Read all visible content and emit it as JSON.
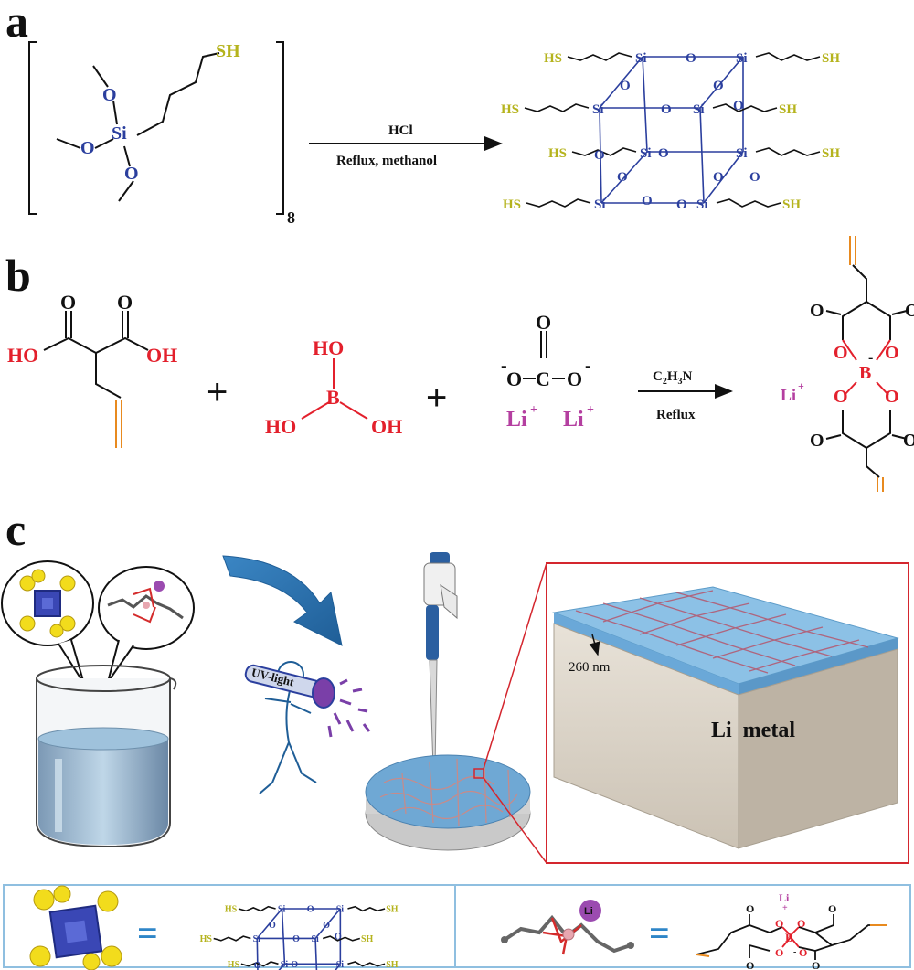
{
  "panels": {
    "a": "a",
    "b": "b",
    "c": "c"
  },
  "colors": {
    "blue": "#2b3f9e",
    "yellow": "#b5b31d",
    "red": "#e3202c",
    "magenta": "#b43fa0",
    "orange": "#e88a1f",
    "black": "#111111",
    "frame_blue": "#8fbfe0",
    "box_red": "#d4262e"
  },
  "panel_a": {
    "reactant": {
      "sh": "SH",
      "o1": "O",
      "o2": "O",
      "o3": "O",
      "si": "Si",
      "subscript": "8"
    },
    "arrow_top": "HCl",
    "arrow_bottom": "Reflux, methanol",
    "product": {
      "sh": "SH",
      "hs": "HS",
      "si": "Si",
      "o": "O"
    }
  },
  "panel_b": {
    "malonic": {
      "o": "O",
      "ho": "HO",
      "oh": "OH"
    },
    "plus": "+",
    "boric": {
      "ho": "HO",
      "oh": "OH",
      "b": "B"
    },
    "carbonate": {
      "o": "O",
      "c": "C",
      "minus": "-",
      "li": "Li",
      "plus_sign": "+"
    },
    "arrow_top_base": "C",
    "arrow_top_h": "H",
    "arrow_top_n": "N",
    "arrow_top_sub2": "2",
    "arrow_top_sub3": "3",
    "arrow_bottom": "Reflux",
    "product": {
      "li": "Li",
      "plus_sign": "+",
      "o": "O",
      "b": "B",
      "minus": "-"
    }
  },
  "panel_c": {
    "uv_label": "UV-light",
    "thickness": "260 nm",
    "substrate": "Li  metal",
    "li_bubble": "Li",
    "equals": "="
  }
}
